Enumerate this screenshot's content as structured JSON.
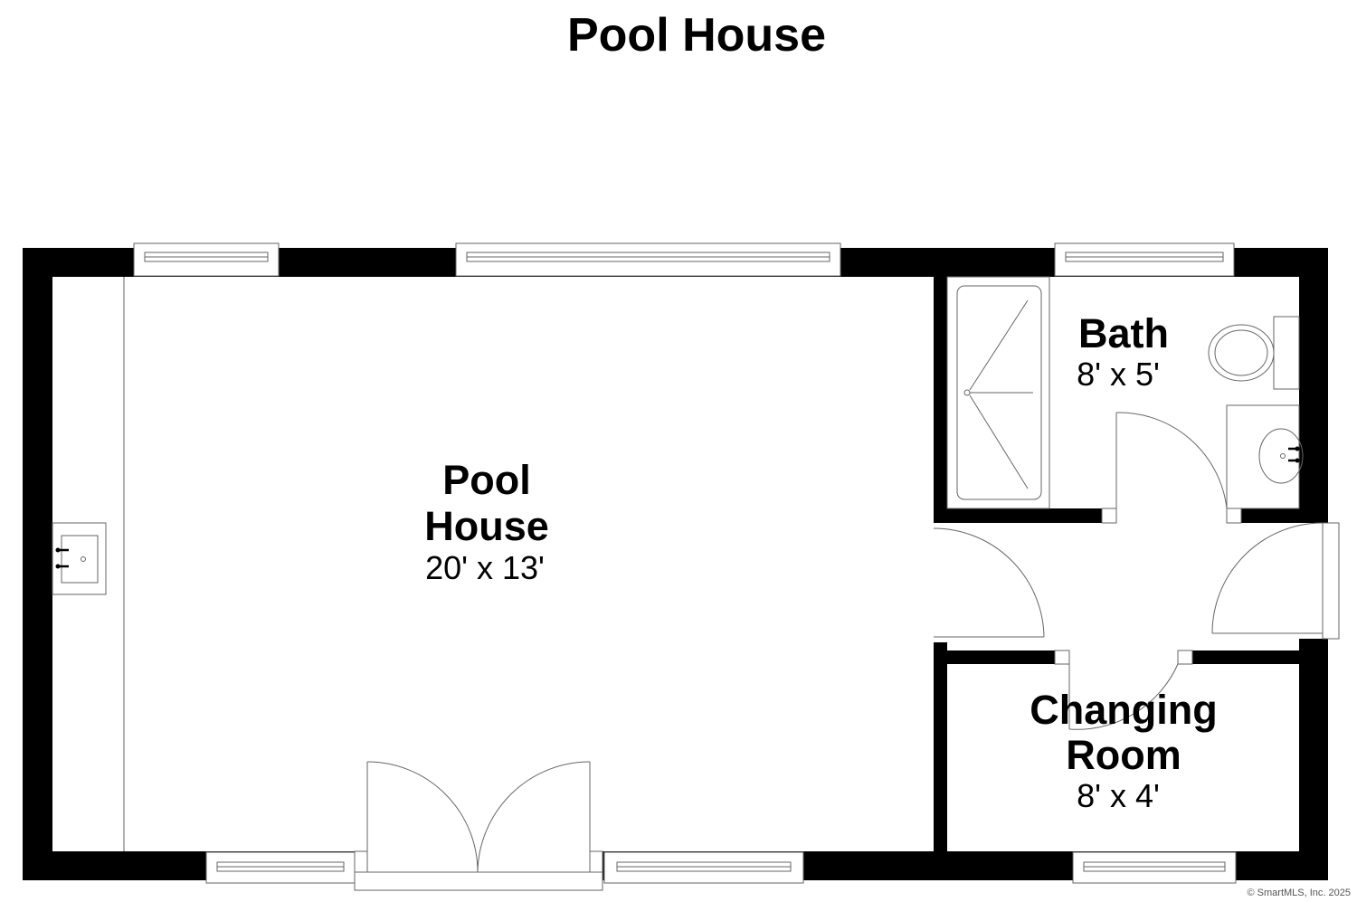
{
  "title": "Pool House",
  "rooms": {
    "pool_house": {
      "name_line1": "Pool",
      "name_line2": "House",
      "dimensions": "20' x 13'"
    },
    "bath": {
      "name": "Bath",
      "dimensions": "8' x 5'"
    },
    "changing_room": {
      "name_line1": "Changing",
      "name_line2": "Room",
      "dimensions": "8' x 4'"
    }
  },
  "copyright": "© SmartMLS, Inc. 2025",
  "colors": {
    "wall": "#000000",
    "background": "#ffffff",
    "fixture_line": "#666666"
  }
}
